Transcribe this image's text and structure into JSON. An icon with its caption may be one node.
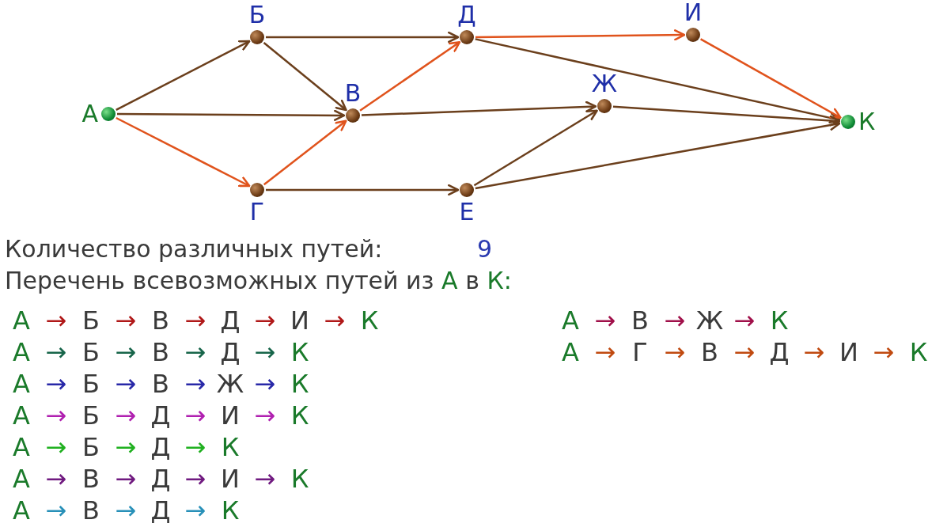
{
  "diagram": {
    "nodes": [
      {
        "text": [
          "А"
        ]
      },
      {
        "text": [
          "Б"
        ]
      },
      {
        "text": [
          "В"
        ]
      },
      {
        "text": [
          "Г"
        ]
      },
      {
        "text": [
          "Д"
        ]
      },
      {
        "text": [
          "Е"
        ]
      },
      {
        "text": [
          "Ж"
        ]
      },
      {
        "text": [
          "И"
        ]
      },
      {
        "text": [
          "К"
        ]
      }
    ],
    "edges": [
      {
        "from": 0,
        "to": 1,
        "arrow": "to"
      },
      {
        "from": 0,
        "to": 2,
        "arrow": "to"
      },
      {
        "from": 0,
        "to": 3,
        "arrow": "to",
        "color": "#e0531c"
      },
      {
        "from": 1,
        "to": 4,
        "arrow": "to"
      },
      {
        "from": 1,
        "to": 2,
        "arrow": "to"
      },
      {
        "from": 3,
        "to": 2,
        "arrow": "to",
        "color": "#e0531c"
      },
      {
        "from": 3,
        "to": 5,
        "arrow": "to"
      },
      {
        "from": 2,
        "to": 4,
        "arrow": "to",
        "color": "#e0531c"
      },
      {
        "from": 2,
        "to": 6,
        "arrow": "to"
      },
      {
        "from": 5,
        "to": 6,
        "arrow": "to"
      },
      {
        "from": 4,
        "to": 7,
        "arrow": "to",
        "color": "#e0531c"
      },
      {
        "from": 4,
        "to": 8,
        "arrow": "to"
      },
      {
        "from": 7,
        "to": 8,
        "arrow": "to",
        "color": "#e0531c"
      },
      {
        "from": 6,
        "to": 8,
        "arrow": "to"
      },
      {
        "from": 5,
        "to": 8,
        "arrow": "to"
      }
    ],
    "labels": [
      "Количество различных путей:",
      "9",
      "Перечень всевозможных путей из А в К:",
      "А → Б → В → Д → И → К",
      "А → В → Ж → К",
      "А → Б → В → Д → К",
      "А → Г → В → Д → И → К",
      "А → Б → В → Ж → К",
      "А → Б → Д → И → К",
      "А → Б → Д → К",
      "А → В → Д → И → К",
      "А → В → Д → К"
    ]
  }
}
